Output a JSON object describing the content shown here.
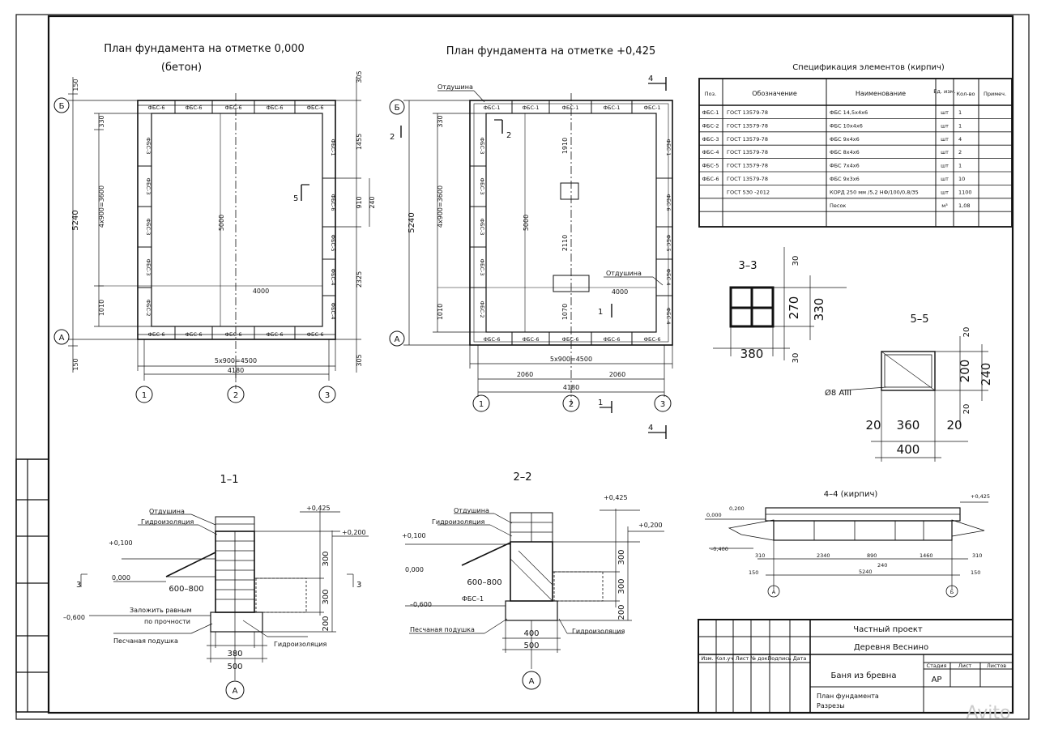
{
  "titles": {
    "plan1": "План фундамента на отметке 0,000",
    "plan1_sub": "(бетон)",
    "plan2": "План фундамента на отметке +0,425",
    "spec": "Спецификация элементов (кирпич)",
    "sec11": "1–1",
    "sec22": "2–2",
    "sec33": "3–3",
    "sec55": "5–5",
    "sec44": "4–4 (кирпич)"
  },
  "spec": {
    "headers": [
      "Поз.",
      "Обозначение",
      "Наименование",
      "Ед. изм.",
      "Кол-во",
      "Примеч."
    ],
    "rows": [
      [
        "ФБС-1",
        "ГОСТ 13579-78",
        "ФБС 14,5х4х6",
        "шт",
        "1",
        ""
      ],
      [
        "ФБС-2",
        "ГОСТ 13579-78",
        "ФБС 10х4х6",
        "шт",
        "1",
        ""
      ],
      [
        "ФБС-3",
        "ГОСТ 13579-78",
        "ФБС 9х4х6",
        "шт",
        "4",
        ""
      ],
      [
        "ФБС-4",
        "ГОСТ 13579-78",
        "ФБС 8х4х6",
        "шт",
        "2",
        ""
      ],
      [
        "ФБС-5",
        "ГОСТ 13579-78",
        "ФБС 7х4х6",
        "шт",
        "1",
        ""
      ],
      [
        "ФБС-6",
        "ГОСТ 13579-78",
        "ФБС 9х3х6",
        "шт",
        "10",
        ""
      ],
      [
        "",
        "ГОСТ 530 -2012",
        "КОРД 250 мм /5,2 НФ/100/0,8/35",
        "шт",
        "1100",
        ""
      ],
      [
        "",
        "",
        "Песок",
        "м³",
        "1,08",
        ""
      ]
    ]
  },
  "plan1": {
    "top_blocks": [
      "ФБС-6",
      "ФБС-6",
      "ФБС-6",
      "ФБС-6",
      "ФБС-6"
    ],
    "bottom_blocks": [
      "ФБС-6",
      "ФБС-6",
      "ФБС-6",
      "ФБС-6",
      "ФБС-6"
    ],
    "left_blocks": [
      "ФБС-3",
      "ФБС-3",
      "ФБС-3",
      "ФБС-3",
      "ФБС-2"
    ],
    "right_blocks": [
      "ФБС-1",
      "ФБС-6",
      "ФБС-5",
      "ФБС-4",
      "ФБС-4"
    ],
    "dims": {
      "d150a": "150",
      "d5240": "5240",
      "d4x900": "4х900=3600",
      "d330": "330",
      "d1010": "1010",
      "d150b": "150",
      "d305a": "305",
      "d1455": "1455",
      "d910": "910",
      "d240": "240",
      "d2325": "2325",
      "d305b": "305",
      "d5000": "5000",
      "d4000": "4000",
      "d5x900": "5х900=4500",
      "d4180": "4180"
    },
    "axes": {
      "A": "А",
      "B": "Б",
      "c1": "1",
      "c2": "2",
      "c3": "3"
    },
    "cut5": "5"
  },
  "plan2": {
    "top_blocks": [
      "ФБС-1",
      "ФБС-1",
      "ФБС-1",
      "ФБС-1",
      "ФБС-1"
    ],
    "bottom_blocks": [
      "ФБС-6",
      "ФБС-6",
      "ФБС-6",
      "ФБС-6",
      "ФБС-6"
    ],
    "left_blocks": [
      "ФБС-3",
      "ФБС-3",
      "ФБС-3",
      "ФБС-3",
      "ФБС-2"
    ],
    "right_blocks": [
      "ФБС-1",
      "ФБС-6",
      "ФБС-5",
      "ФБС-4",
      "ФБС-4"
    ],
    "vent": "Отдушина",
    "vent2": "Отдушина",
    "dims": {
      "d5240": "5240",
      "d4x900": "4х900=3600",
      "d330": "330",
      "d1010": "1010",
      "d5000": "5000",
      "d1910": "1910",
      "d2110": "2110",
      "d1070": "1070",
      "d4000": "4000",
      "d5x900": "5х900=4500",
      "d2060a": "2060",
      "d2060b": "2060",
      "d4180": "4180"
    },
    "axes": {
      "A": "А",
      "B": "Б",
      "c1": "1",
      "c2": "2",
      "c3": "3"
    },
    "cuts": {
      "c2a": "2",
      "c2b": "2",
      "c1a": "1",
      "c1b": "1",
      "c4a": "4",
      "c4b": "4"
    }
  },
  "sec11": {
    "vent": "Отдушина",
    "hydro": "Гидроизоляция",
    "hydro2": "Гидроизоляция",
    "m425": "+0,425",
    "m200": "+0,200",
    "m100": "+0,100",
    "m000": "0,000",
    "m600": "–0,600",
    "range": "600–800",
    "fill1": "Заложить равным",
    "fill2": "по прочности",
    "sand": "Песчаная подушка",
    "d300a": "300",
    "d300b": "300",
    "d200": "200",
    "w380": "380",
    "w500": "500",
    "axis": "А",
    "cut3a": "3",
    "cut3b": "3"
  },
  "sec22": {
    "vent": "Отдушина",
    "hydro": "Гидроизоляция",
    "hydro2": "Гидроизоляция",
    "m425": "+0,425",
    "m200": "+0,200",
    "m100": "+0,100",
    "m000": "0,000",
    "m600": "–0,600",
    "range": "600–800",
    "fbs": "ФБС–1",
    "sand": "Песчаная подушка",
    "d300a": "300",
    "d300b": "300",
    "d200": "200",
    "w400": "400",
    "w500": "500",
    "axis": "А"
  },
  "sec33": {
    "d30a": "30",
    "d270": "270",
    "d330": "330",
    "d30b": "30",
    "w380": "380"
  },
  "sec55": {
    "d20a": "20",
    "d200": "200",
    "d240": "240",
    "d20b": "20",
    "rebar": "Ø8 AIII",
    "w20a": "20",
    "w360": "360",
    "w20b": "20",
    "w400": "400"
  },
  "sec44": {
    "m200": "0,200",
    "m000": "0,000",
    "m400": "–0,400",
    "m425": "+0,425",
    "d310a": "310",
    "d2340": "2340",
    "d890": "890",
    "d1460": "1460",
    "d310b": "310",
    "d240": "240",
    "d150a": "150",
    "d5240": "5240",
    "d150b": "150",
    "axA": "А",
    "axB": "Б"
  },
  "stamp": {
    "project": "Частный проект",
    "place": "Деревня Веснино",
    "object": "Баня из бревна",
    "sheet": "План фундамента",
    "sheet2": "Разрезы",
    "stage_h": "Стадия",
    "list_h": "Лист",
    "lists_h": "Листов",
    "stage": "АР",
    "cols": [
      "Изм.",
      "Кол.уч",
      "Лист",
      "№ док.",
      "Подпись",
      "Дата"
    ]
  },
  "watermark": "Avito"
}
